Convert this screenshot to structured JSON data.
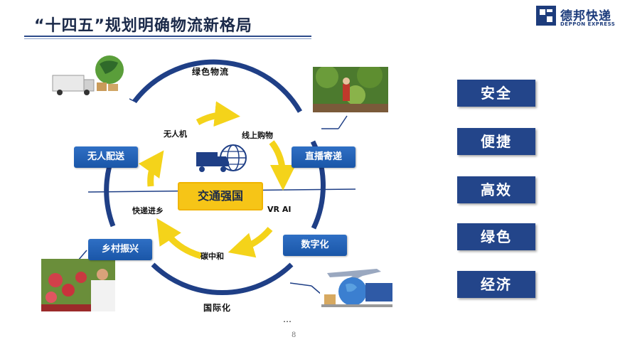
{
  "title": "“十四五”规划明确物流新格局",
  "logo": {
    "cn": "德邦快递",
    "en": "DEPPON EXPRESS"
  },
  "center_label": "交通强国",
  "ring_labels": {
    "top": "绿色物流",
    "bottom": "国际化"
  },
  "nodes": {
    "left_top": "无人配送",
    "right_top": "直播寄递",
    "left_bottom": "乡村振兴",
    "right_bottom": "数字化"
  },
  "inner_labels": {
    "drone": "无人机",
    "online": "线上购物",
    "rural_delivery": "快递进乡",
    "vrai": "VR AI",
    "carbon": "碳中和"
  },
  "right_list": [
    "安全",
    "便捷",
    "高效",
    "绿色",
    "经济"
  ],
  "ellipsis": "…",
  "page_number": "8",
  "colors": {
    "ring": "#1f3f86",
    "arrow": "#f4d31a",
    "node": "#1a56a8",
    "accent_box": "#23458a",
    "center": "#f6c517"
  }
}
